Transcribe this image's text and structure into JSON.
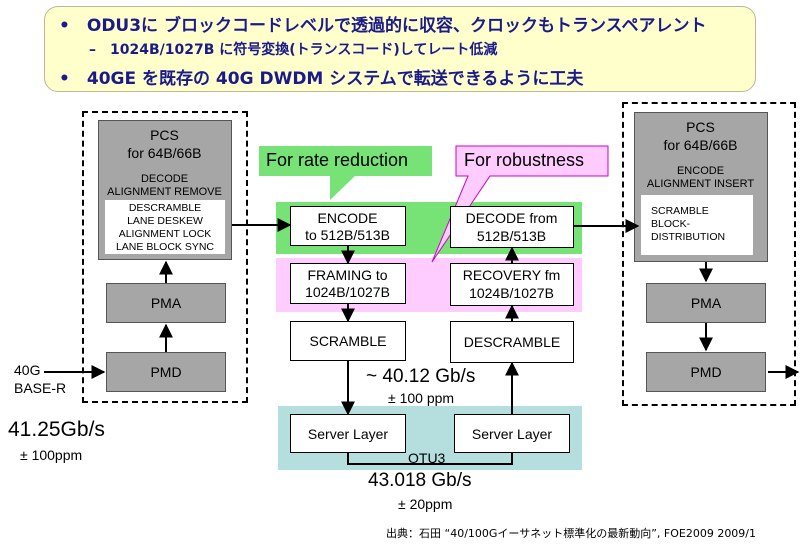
{
  "banner": {
    "bullet1": "•　ODU3に ブロックコードレベルで透過的に収容、クロックもトランスペアレント",
    "bullet1_sub": "–　1024B/1027B に符号変換(トランスコード)してレート低減",
    "bullet2": "•　40GE を既存の 40G DWDM システムで転送できるように工夫"
  },
  "left": {
    "pcs_title": "PCS",
    "pcs_sub": "for 64B/66B",
    "decode": "DECODE",
    "align_remove": "ALIGNMENT REMOVE",
    "funcs": [
      "DESCRAMBLE",
      "LANE DESKEW",
      "ALIGNMENT LOCK",
      "LANE BLOCK SYNC"
    ],
    "pma": "PMA",
    "pmd": "PMD",
    "input_label_1": "40G",
    "input_label_2": "BASE-R",
    "rate": "41.25Gb/s",
    "ppm": "± 100ppm"
  },
  "right": {
    "pcs_title": "PCS",
    "pcs_sub": "for 64B/66B",
    "encode": "ENCODE",
    "align_insert": "ALIGNMENT INSERT",
    "funcs": [
      "SCRAMBLE",
      "BLOCK-",
      "DISTRIBUTION"
    ],
    "pma": "PMA",
    "pmd": "PMD"
  },
  "middle": {
    "rate_reduction": "For rate reduction",
    "robustness": "For robustness",
    "encode_1": "ENCODE",
    "encode_2": "to 512B/513B",
    "decode_1": "DECODE from",
    "decode_2": "512B/513B",
    "framing_1": "FRAMING to",
    "framing_2": "1024B/1027B",
    "recovery_1": "RECOVERY fm",
    "recovery_2": "1024B/1027B",
    "scramble": "SCRAMBLE",
    "descramble": "DESCRAMBLE",
    "mid_rate": "~ 40.12 Gb/s",
    "mid_ppm": "± 100 ppm",
    "server_left": "Server Layer",
    "server_right": "Server Layer",
    "otu3": "OTU3",
    "otu_rate": "43.018 Gb/s",
    "otu_ppm": "± 20ppm"
  },
  "source": "出典：石田 “40/100Gイーサネット標準化の最新動向”, FOE2009 2009/1",
  "colors": {
    "banner_bg": "#ffffcc",
    "banner_text": "#1a1a8c",
    "green_band": "#77e377",
    "pink_band": "#ffccff",
    "teal_band": "#b5dede",
    "gray_block": "#a6a6a6"
  }
}
